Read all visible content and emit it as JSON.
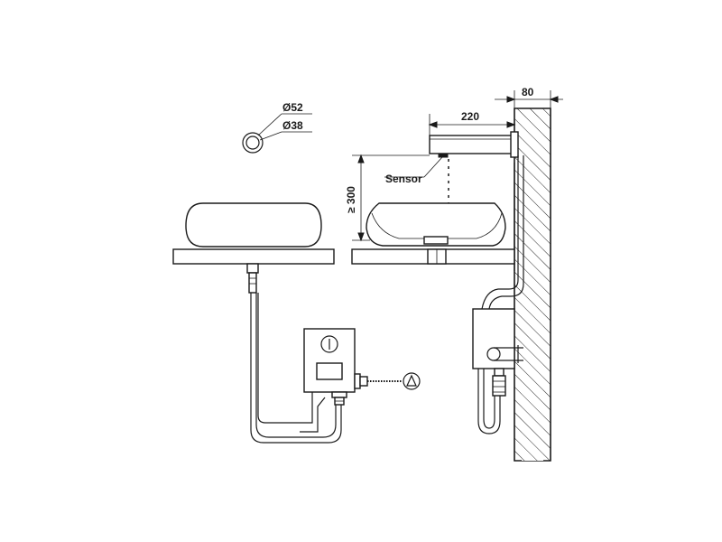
{
  "labels": {
    "outer_diameter": "Ø52",
    "inner_diameter": "Ø38",
    "spout_length": "220",
    "wall_offset": "80",
    "min_height": "≥ 300",
    "sensor": "Sensor"
  },
  "colors": {
    "line": "#1a1a1a",
    "background": "#ffffff"
  }
}
